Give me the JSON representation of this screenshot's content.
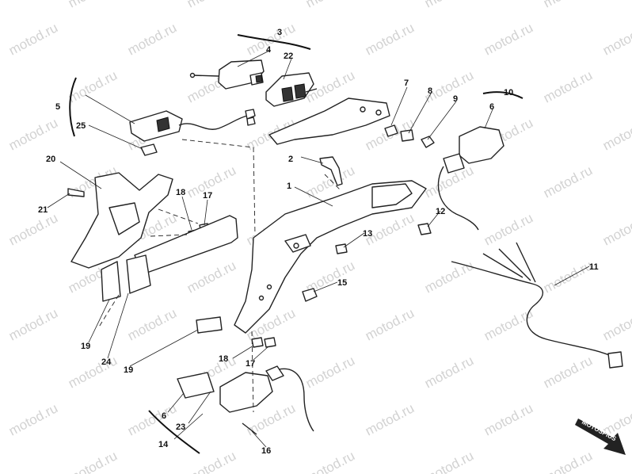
{
  "watermark": {
    "text": "motod.ru",
    "color": "#d2d2d2"
  },
  "stamp": {
    "text": "MOTOSPIUS"
  },
  "callouts": [
    {
      "id": "c1",
      "label": "1"
    },
    {
      "id": "c2",
      "label": "2"
    },
    {
      "id": "c3",
      "label": "3"
    },
    {
      "id": "c4",
      "label": "4"
    },
    {
      "id": "c5",
      "label": "5"
    },
    {
      "id": "c6a",
      "label": "6"
    },
    {
      "id": "c6b",
      "label": "6"
    },
    {
      "id": "c7",
      "label": "7"
    },
    {
      "id": "c8",
      "label": "8"
    },
    {
      "id": "c9",
      "label": "9"
    },
    {
      "id": "c10",
      "label": "10"
    },
    {
      "id": "c11",
      "label": "11"
    },
    {
      "id": "c12",
      "label": "12"
    },
    {
      "id": "c13",
      "label": "13"
    },
    {
      "id": "c14",
      "label": "14"
    },
    {
      "id": "c15",
      "label": "15"
    },
    {
      "id": "c16",
      "label": "16"
    },
    {
      "id": "c17a",
      "label": "17"
    },
    {
      "id": "c17b",
      "label": "17"
    },
    {
      "id": "c18a",
      "label": "18"
    },
    {
      "id": "c18b",
      "label": "18"
    },
    {
      "id": "c19a",
      "label": "19"
    },
    {
      "id": "c19b",
      "label": "19"
    },
    {
      "id": "c20",
      "label": "20"
    },
    {
      "id": "c21",
      "label": "21"
    },
    {
      "id": "c22",
      "label": "22"
    },
    {
      "id": "c23",
      "label": "23"
    },
    {
      "id": "c24",
      "label": "24"
    },
    {
      "id": "c25",
      "label": "25"
    }
  ]
}
